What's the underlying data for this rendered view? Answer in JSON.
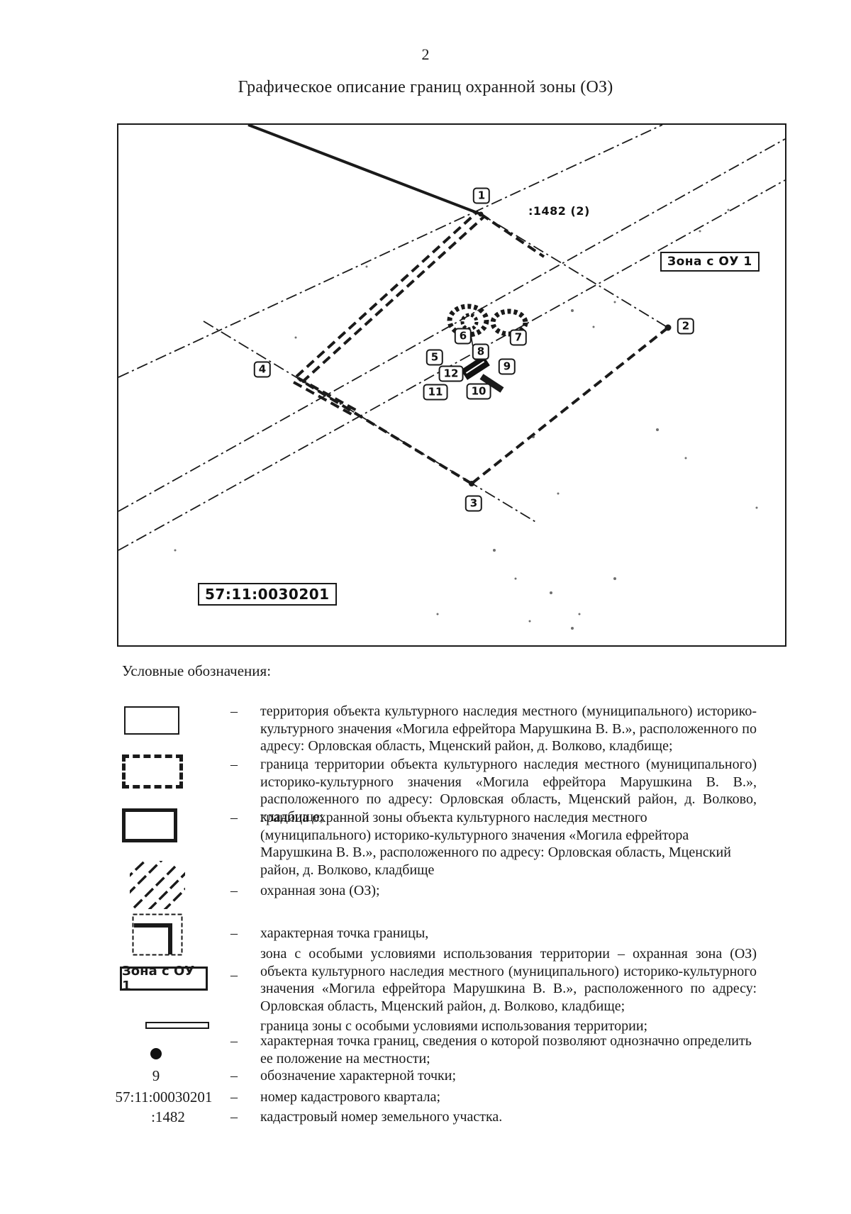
{
  "page": {
    "number": "2",
    "title": "Графическое описание границ охранной зоны (ОЗ)"
  },
  "map": {
    "parcel_label": ":1482 (2)",
    "zone_box_label": "Зона с ОУ 1",
    "quarter_box_label": "57:11:0030201",
    "points": [
      "1",
      "2",
      "3",
      "4",
      "5",
      "6",
      "7",
      "8",
      "9",
      "10",
      "11",
      "12"
    ]
  },
  "legend": {
    "heading": "Условные обозначения:",
    "zone_symbol_label": "Зона с ОУ 1",
    "items": [
      {
        "symbol": "territory-fill-rect",
        "dash": "–",
        "text": "территория объекта культурного наследия местного (муниципального) историко-культурного значения «Могила ефрейтора Марушкина В. В.», расположенного по адресу: Орловская область, Мценский район, д. Волково, кладбище;"
      },
      {
        "symbol": "territory-boundary-bold-dashed-rect",
        "dash": "–",
        "text": "граница территории объекта культурного наследия местного (муниципального) историко-культурного значения «Могила ефрейтора Марушкина В. В.», расположенного по адресу: Орловская область, Мценский район, д. Волково, кладбище;"
      },
      {
        "symbol": "protection-zone-boundary-bold-rect",
        "dash": "–",
        "text": "граница охранной зоны объекта культурного наследия местного (муниципального) историко-культурного значения «Могила ефрейтора Марушкина В. В.», расположенного по адресу: Орловская область, Мценский район, д. Волково, кладбище"
      },
      {
        "symbol": "diagonal-hatch",
        "dash": "–",
        "text": "охранная зона (ОЗ);"
      },
      {
        "symbol": "boundary-point-corner",
        "dash": "–",
        "text": "характерная точка границы,"
      },
      {
        "symbol": "zone-ou1-box",
        "dash": "–",
        "text": "зона с особыми условиями использования территории – охранная зона (ОЗ) объекта культурного наследия местного (муниципального) историко-культурного значения «Могила ефрейтора Марушкина В. В.», расположенного по адресу: Орловская область, Мценский район, д. Волково, кладбище;"
      },
      {
        "symbol": "zone-boundary-bar",
        "dash": "",
        "text": "граница зоны с особыми условиями использования территории;"
      },
      {
        "symbol": "filled-dot",
        "dash": "–",
        "text": "характерная точка границ, сведения о которой позволяют однозначно определить ее положение на местности;"
      },
      {
        "symbol": "9",
        "dash": "–",
        "text": "обозначение характерной точки;"
      },
      {
        "symbol": "57:11:00030201",
        "dash": "–",
        "text": "номер кадастрового квартала;"
      },
      {
        "symbol": ":1482",
        "dash": "–",
        "text": "кадастровый номер земельного участка."
      }
    ]
  }
}
